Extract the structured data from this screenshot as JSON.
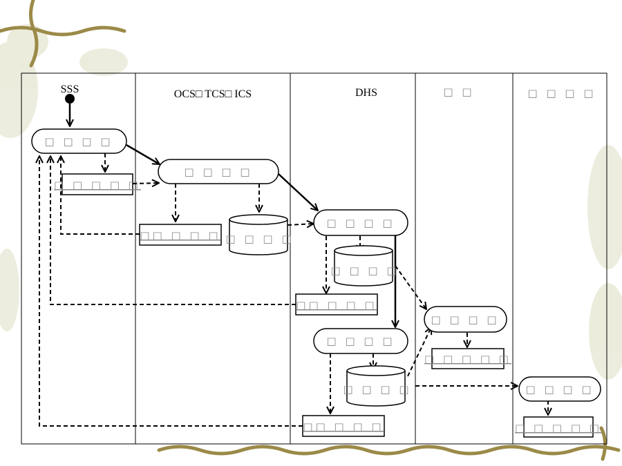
{
  "lanes": [
    {
      "id": "sss",
      "label": "SSS"
    },
    {
      "id": "ocs",
      "label": "OCS□ TCS□ ICS"
    },
    {
      "id": "dhs",
      "label": "DHS"
    },
    {
      "id": "lane4",
      "label": "□ □"
    },
    {
      "id": "lane5",
      "label": "□ □ □ □"
    }
  ],
  "activities": {
    "a1": "□ □ □ □",
    "a2": "□ □ □ □",
    "a3": "□ □ □ □",
    "a4": "□ □ □ □",
    "a5": "□ □ □ □",
    "a6": "□ □ □ □"
  },
  "objects": {
    "o1": "□ □ □ □ □",
    "o2": "□□ □ □ □",
    "o3": "□□ □ □ □",
    "o4": "□ □ □ □ □",
    "o5": "□□ □ □ □",
    "o6": "□ □ □ □ □"
  },
  "stores": {
    "s1": "□ □ □ □",
    "s2": "□ □ □ □",
    "s3": "□ □ □ □"
  },
  "colors": {
    "line": "#000000",
    "vine": "#8b7a3a",
    "leaf": "#c9cba0"
  }
}
